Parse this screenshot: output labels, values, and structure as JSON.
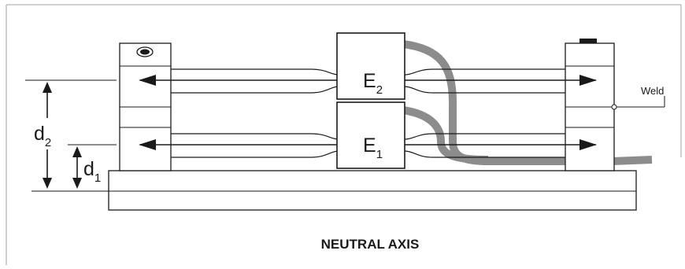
{
  "gauges": {
    "top": {
      "main": "E",
      "sub": "2"
    },
    "bottom": {
      "main": "E",
      "sub": "1"
    }
  },
  "dimensions": {
    "d2": {
      "main": "d",
      "sub": "2"
    },
    "d1": {
      "main": "d",
      "sub": "1"
    }
  },
  "callouts": {
    "weld": "Weld"
  },
  "caption": "NEUTRAL AXIS",
  "colors": {
    "line": "#1a1a1a",
    "cable": "#8c8c8c",
    "frame": "#a0a0a0",
    "background": "#ffffff"
  }
}
